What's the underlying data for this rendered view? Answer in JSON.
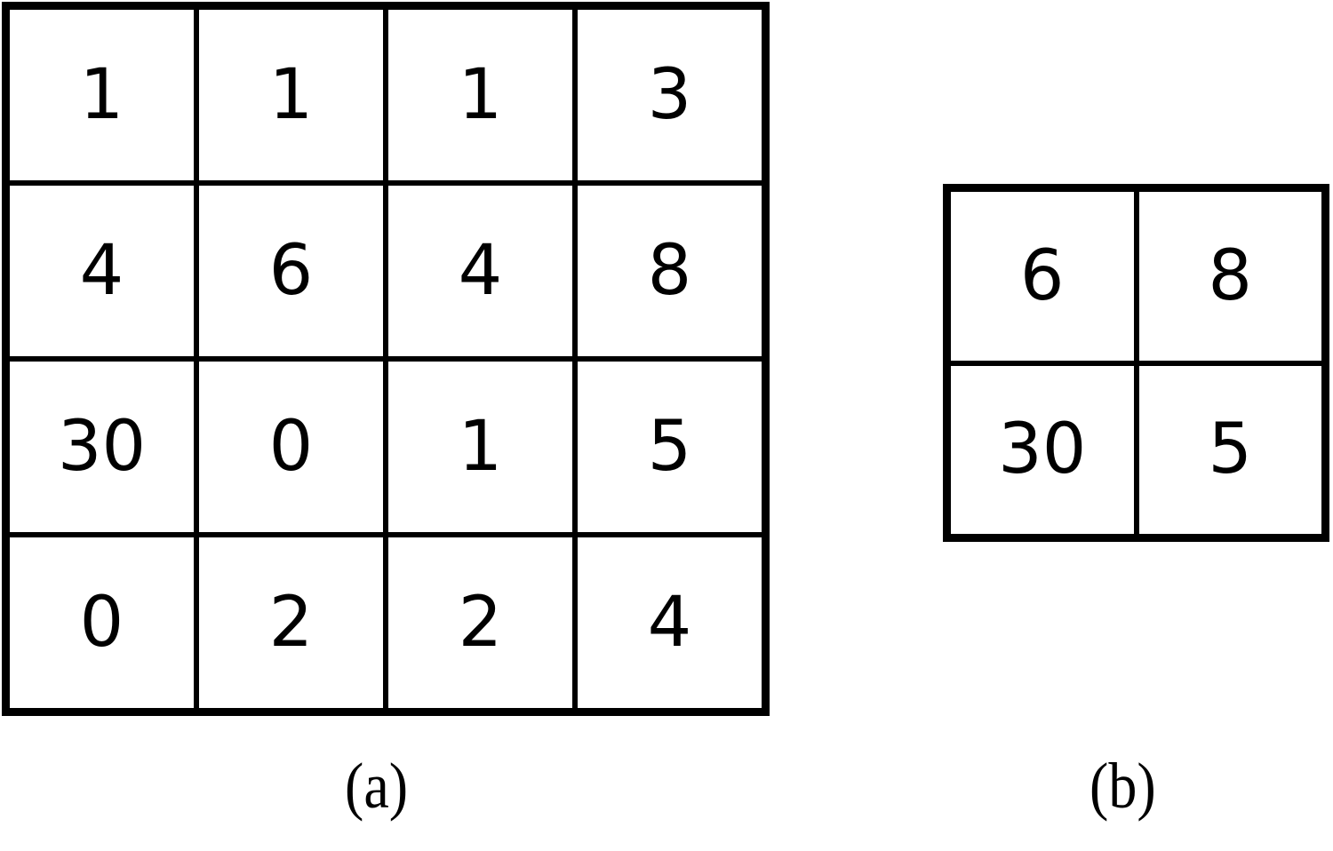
{
  "figure": {
    "panel_a": {
      "caption": "(a)",
      "rows": [
        [
          "1",
          "1",
          "1",
          "3"
        ],
        [
          "4",
          "6",
          "4",
          "8"
        ],
        [
          "30",
          "0",
          "1",
          "5"
        ],
        [
          "0",
          "2",
          "2",
          "4"
        ]
      ]
    },
    "panel_b": {
      "caption": "(b)",
      "rows": [
        [
          "6",
          "8"
        ],
        [
          "30",
          "5"
        ]
      ]
    }
  }
}
